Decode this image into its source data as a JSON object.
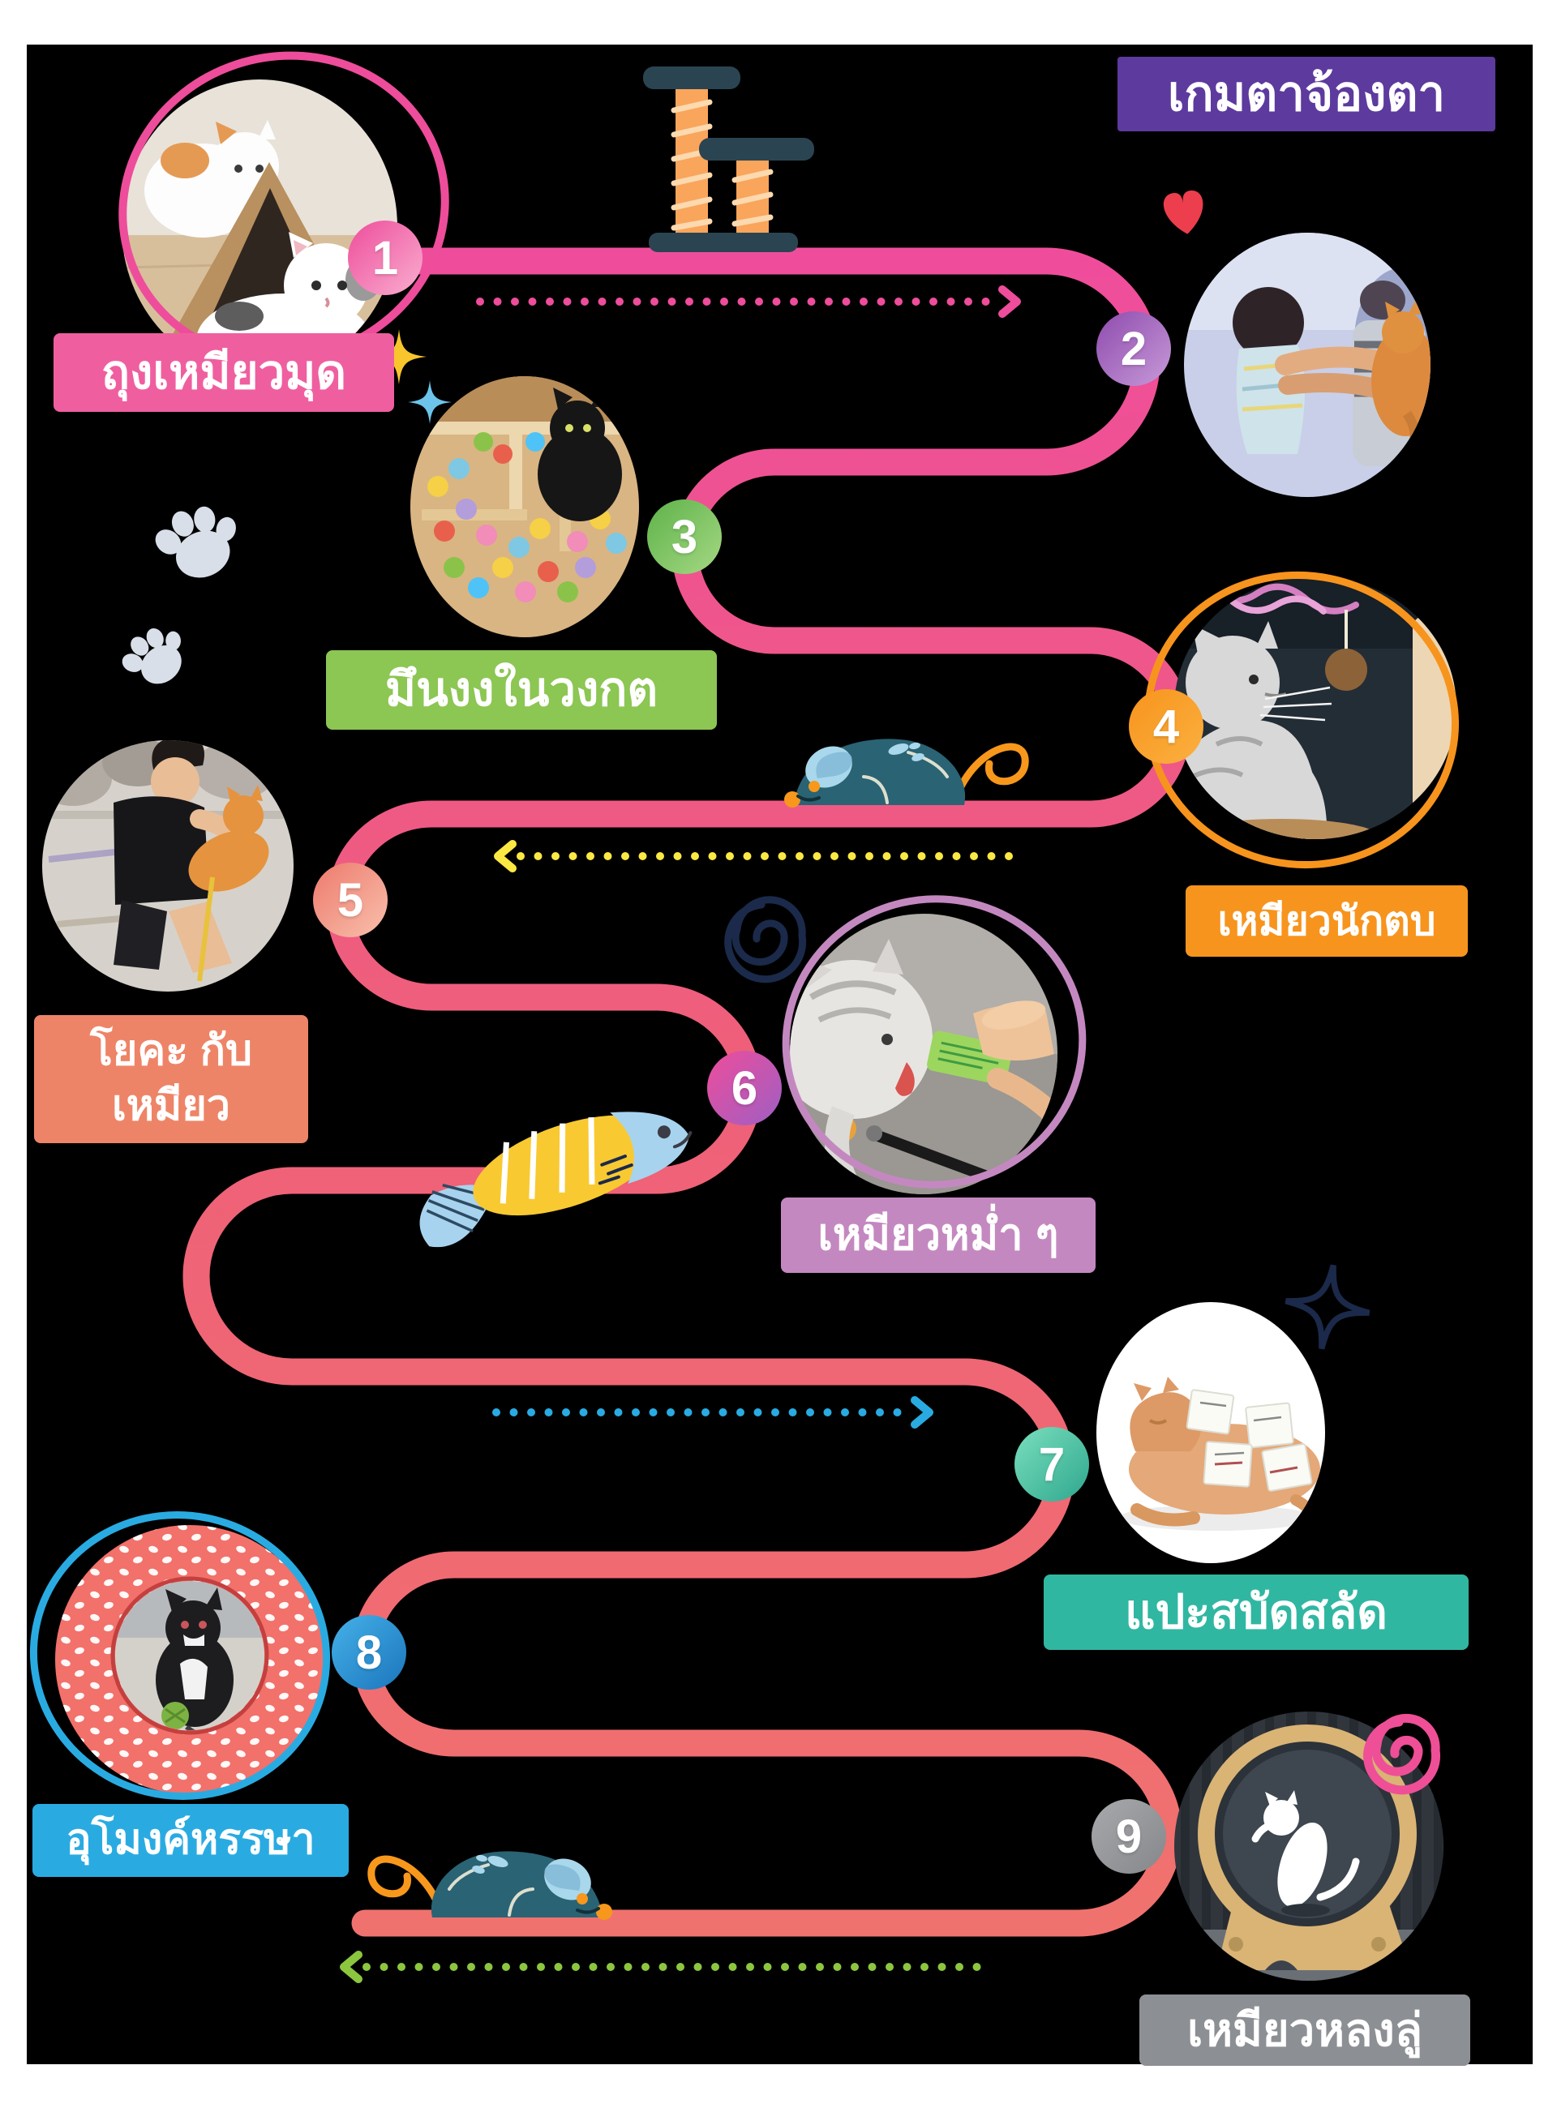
{
  "page": {
    "background": "#ffffff",
    "board_color": "#000000"
  },
  "stations": [
    {
      "number": "1",
      "label": "ถุงเหมียวมุด",
      "banner_color": "#ef5f9f",
      "circle_from": "#ee4d9b",
      "circle_to": "#f9aed0"
    },
    {
      "number": "2",
      "label": "เกมตาจ้องตา",
      "banner_color": "#5d3a9e",
      "circle_from": "#8e4bae",
      "circle_to": "#c79ad8"
    },
    {
      "number": "3",
      "label": "มึนงงในวงกต",
      "banner_color": "#8cc653",
      "circle_from": "#5eb24a",
      "circle_to": "#a5d883"
    },
    {
      "number": "4",
      "label": "เหมียวนักตบ",
      "banner_color": "#f7941d",
      "circle_from": "#f7941d",
      "circle_to": "#fbb040"
    },
    {
      "number": "5",
      "label": "โยคะ กับ\nเหมียว",
      "banner_color": "#ee8467",
      "circle_from": "#ed7a6d",
      "circle_to": "#f9c0ac"
    },
    {
      "number": "6",
      "label": "เหมียวหม่ำ ๆ",
      "banner_color": "#c488c0",
      "circle_from": "#ee4d9b",
      "circle_to": "#9e5fc4"
    },
    {
      "number": "7",
      "label": "แปะสบัดสลัด",
      "banner_color": "#30b7a2",
      "circle_from": "#7adfbd",
      "circle_to": "#2fa78e"
    },
    {
      "number": "8",
      "label": "อุโมงค์หรรษา",
      "banner_color": "#29abe2",
      "circle_from": "#45b1e8",
      "circle_to": "#1b75bc"
    },
    {
      "number": "9",
      "label": "เหมียวหลงลู่",
      "banner_color": "#8c8f93",
      "circle_from": "#a7a9ac",
      "circle_to": "#85878a"
    }
  ],
  "path": {
    "color_start": "#ef4d9c",
    "color_mid": "#ef6078",
    "color_end": "#f0726e"
  },
  "arrows": [
    {
      "name": "arrow-station-1-to-2",
      "color": "#ee4d9b",
      "direction": "right"
    },
    {
      "name": "arrow-station-4-to-5",
      "color": "#fbe843",
      "direction": "left"
    },
    {
      "name": "arrow-station-6-to-7",
      "color": "#29abe2",
      "direction": "right"
    },
    {
      "name": "arrow-station-9-to-end",
      "color": "#8cc63f",
      "direction": "left"
    }
  ],
  "decorations": {
    "heart_color": "#ed3e4e",
    "sparkle_yellow": "#f9c52d",
    "sparkle_blue": "#6cc4ea",
    "sparkle_navy": "#1b2a4a",
    "swirl_navy": "#1b2a4a",
    "spiral_pink": "#ef4f96",
    "paw_color": "#d9dfe9",
    "mouse_body": "#2a6374",
    "mouse_ear": "#a9d7ec",
    "mouse_accent": "#f7981c",
    "fish_body": "#f9c931",
    "fish_fin": "#a8d3ee",
    "post_wood": "#f9a55c",
    "post_stripe": "#fcd9ae",
    "post_platform": "#2b4452",
    "tunnel_red": "#f2716b"
  }
}
